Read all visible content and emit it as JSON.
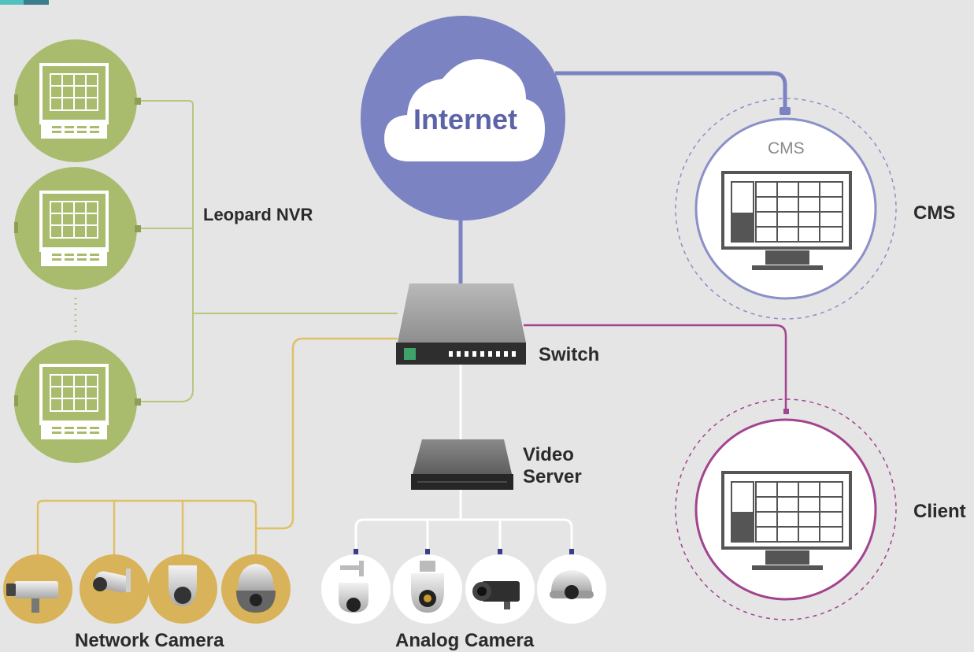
{
  "labels": {
    "internet": "Internet",
    "cms_inside": "CMS",
    "cms_side": "CMS",
    "leopard_nvr": "Leopard NVR",
    "switch": "Switch",
    "video_server_line1": "Video",
    "video_server_line2": "Server",
    "client": "Client",
    "network_camera": "Network Camera",
    "analog_camera": "Analog Camera"
  },
  "colors": {
    "background": "#e5e5e5",
    "nvr_green": "#a9bc6e",
    "internet_blue": "#7b83c2",
    "client_purple": "#a2448f",
    "network_camera_gold": "#d9b35a",
    "nvr_line": "#b6c77e",
    "camera_line": "#e0c067",
    "analog_line": "#ffffff",
    "accent_teal": "#4fc1bf"
  },
  "icons": {
    "nvr": "monitor-grid-icon",
    "cloud": "cloud-icon",
    "switch": "network-switch-icon",
    "video_server": "video-server-icon",
    "network_camera": "network-camera-icon",
    "analog_camera": "analog-camera-icon",
    "workstation": "workstation-monitor-icon"
  }
}
